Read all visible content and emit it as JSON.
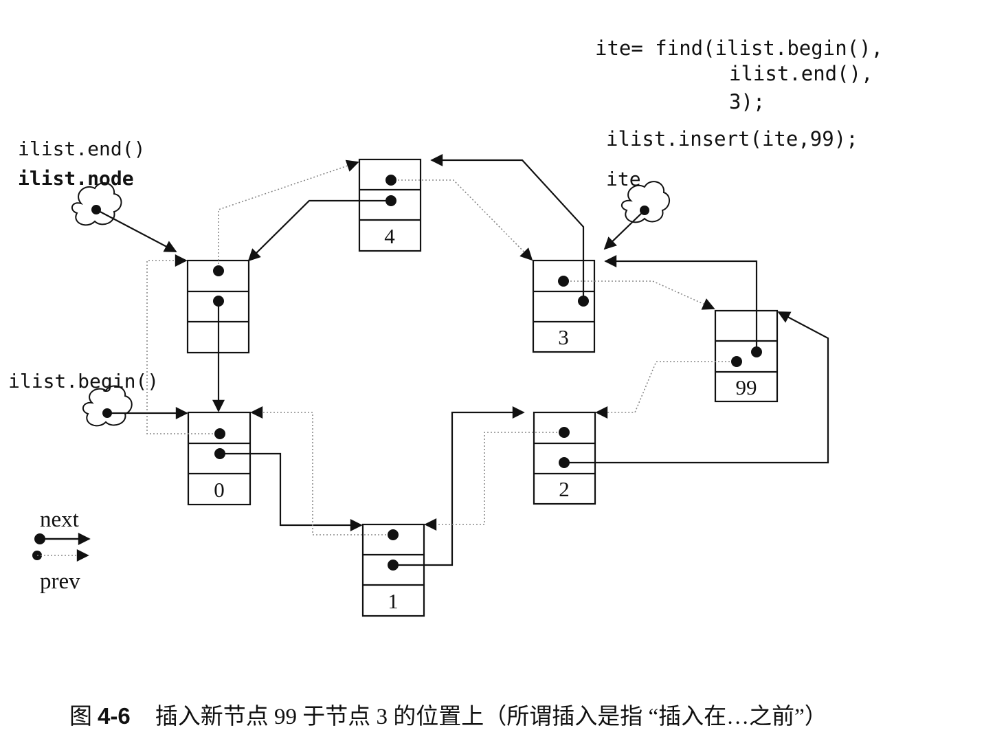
{
  "code": {
    "line1": "ite= find(ilist.begin(),",
    "line2": "ilist.end(),",
    "line3": "3);",
    "line4": "ilist.insert(ite,99);"
  },
  "labels": {
    "end": "ilist.end()",
    "node": "ilist.node",
    "ite": "ite",
    "begin": "ilist.begin()"
  },
  "nodes": [
    {
      "id": "node-0",
      "value": "0"
    },
    {
      "id": "node-1",
      "value": "1"
    },
    {
      "id": "node-2",
      "value": "2"
    },
    {
      "id": "node-3",
      "value": "3"
    },
    {
      "id": "node-4",
      "value": "4"
    },
    {
      "id": "node-99",
      "value": "99"
    },
    {
      "id": "node-end",
      "value": ""
    }
  ],
  "legend": {
    "next": "next",
    "prev": "prev"
  },
  "caption": {
    "prefix": "图",
    "number": "4-6",
    "text": "插入新节点 99 于节点 3 的位置上（所谓插入是指 “插入在…之前”）"
  },
  "colors": {
    "ink": "#111111",
    "dotted": "#888888"
  }
}
